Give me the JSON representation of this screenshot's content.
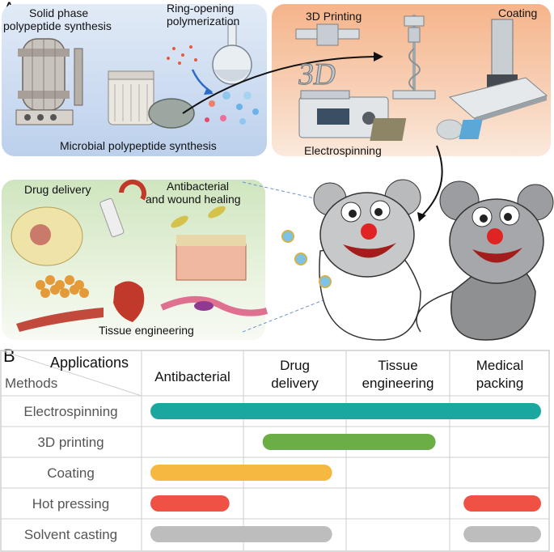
{
  "panel_a": {
    "label": "A",
    "synthesis": {
      "solid_phase": [
        "Solid phase",
        "polypeptide synthesis"
      ],
      "ring_opening": [
        "Ring-opening",
        "polymerization"
      ],
      "microbial": "Microbial polypeptide synthesis"
    },
    "fabrication": {
      "printing": "3D Printing",
      "coating": "Coating",
      "electrospinning": "Electrospinning"
    },
    "applications": {
      "drug_delivery": "Drug delivery",
      "antibacterial": [
        "Antibacterial",
        "and wound healing"
      ],
      "tissue": "Tissue engineering"
    }
  },
  "panel_b": {
    "label": "B",
    "corner_top": "Applications",
    "corner_bottom": "Methods",
    "columns": [
      {
        "lines": [
          "Antibacterial"
        ]
      },
      {
        "lines": [
          "Drug",
          "delivery"
        ]
      },
      {
        "lines": [
          "Tissue",
          "engineering"
        ]
      },
      {
        "lines": [
          "Medical",
          "packing"
        ]
      }
    ],
    "rows": [
      {
        "label": "Electrospinning",
        "color": "#1aa7a0",
        "segments": [
          [
            0,
            4
          ]
        ]
      },
      {
        "label": "3D printing",
        "color": "#6aae45",
        "segments": [
          [
            1.1,
            2.95
          ]
        ]
      },
      {
        "label": "Coating",
        "color": "#f5b942",
        "segments": [
          [
            0,
            1.95
          ]
        ]
      },
      {
        "label": "Hot pressing",
        "color": "#ef5145",
        "segments": [
          [
            0,
            0.95
          ],
          [
            3.05,
            4
          ]
        ]
      },
      {
        "label": "Solvent casting",
        "color": "#bdbdbd",
        "segments": [
          [
            0,
            1.95
          ],
          [
            3.05,
            4
          ]
        ]
      }
    ]
  }
}
